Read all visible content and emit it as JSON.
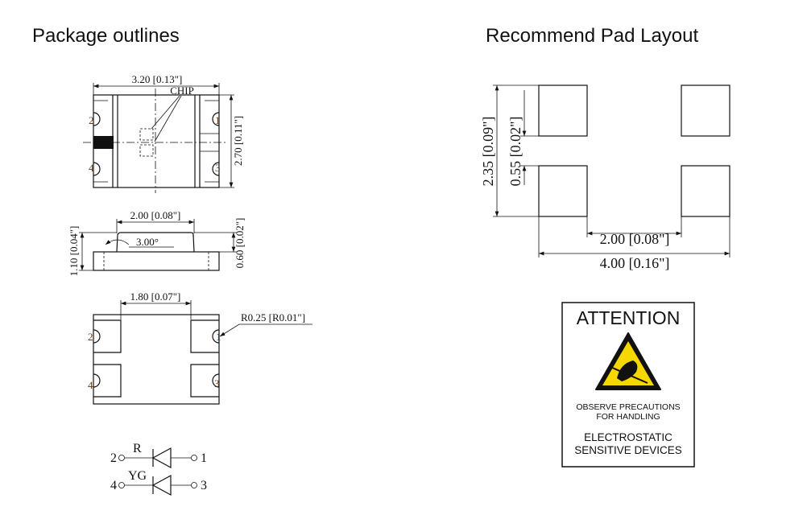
{
  "left": {
    "title": "Package outlines",
    "top_view": {
      "width_dim": "3.20 [0.13\"]",
      "height_dim": "2.70 [0.11\"]",
      "chip_label": "CHIP",
      "pins": [
        "1",
        "2",
        "3",
        "4"
      ]
    },
    "side_view": {
      "lens_width_dim": "2.00 [0.08\"]",
      "total_height_dim": "1.10 [0.04\"]",
      "base_height_dim": "0.60 [0.02\"]",
      "angle": "3.00°"
    },
    "bottom_view": {
      "pad_gap_dim": "1.80 [0.07\"]",
      "radius_dim": "R0.25 [R0.01\"]",
      "pins": [
        "1",
        "2",
        "3",
        "4"
      ]
    },
    "schematic": {
      "rows": [
        {
          "left_pin": "2",
          "label": "R",
          "right_pin": "1"
        },
        {
          "left_pin": "4",
          "label": "YG",
          "right_pin": "3"
        }
      ]
    }
  },
  "right": {
    "title": "Recommend Pad Layout",
    "dims": {
      "total_height": "2.35 [0.09\"]",
      "gap_height": "0.55 [0.02\"]",
      "inner_width": "2.00 [0.08\"]",
      "total_width": "4.00 [0.16\"]"
    },
    "attention": {
      "heading": "ATTENTION",
      "line1": "OBSERVE PRECAUTIONS",
      "line2": "FOR HANDLING",
      "line3": "ELECTROSTATIC",
      "line4": "SENSITIVE DEVICES",
      "colors": {
        "warning_yellow": "#f5d800",
        "black": "#111111"
      }
    }
  }
}
